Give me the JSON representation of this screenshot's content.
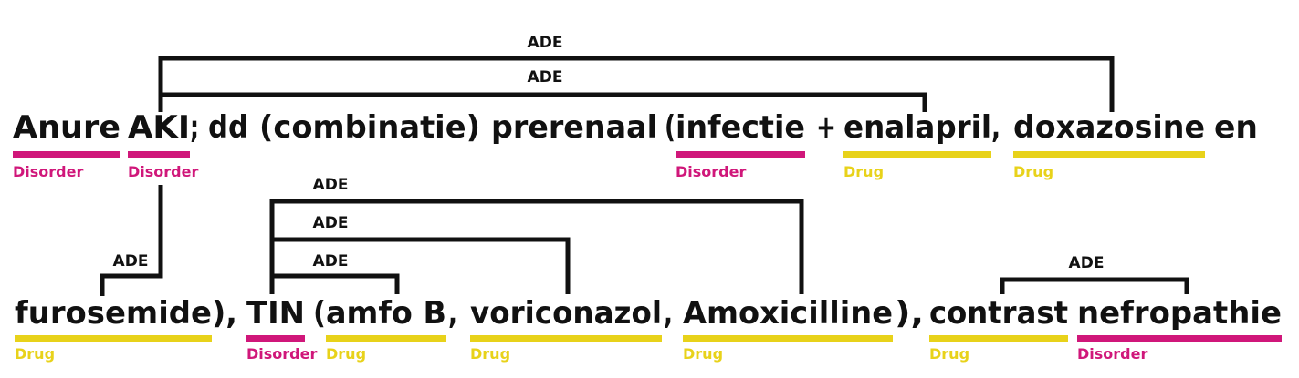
{
  "colors": {
    "Disorder": "#d0177a",
    "Drug": "#e8d21a",
    "arc": "#111111"
  },
  "tokens": [
    {
      "id": "anure",
      "text": "Anure",
      "label": "Disorder"
    },
    {
      "id": "aki",
      "text": "AKI",
      "label": "Disorder"
    },
    {
      "id": "semi",
      "text": ";",
      "label": ""
    },
    {
      "id": "dd",
      "text": "dd",
      "label": ""
    },
    {
      "id": "combinatie",
      "text": "(combinatie)",
      "label": ""
    },
    {
      "id": "prerenaal",
      "text": "prerenaal",
      "label": ""
    },
    {
      "id": "paren1",
      "text": "(",
      "label": ""
    },
    {
      "id": "infectie",
      "text": "infectie",
      "label": "Disorder"
    },
    {
      "id": "plus",
      "text": "+",
      "label": ""
    },
    {
      "id": "enalapril",
      "text": "enalapril",
      "label": "Drug"
    },
    {
      "id": "comma1",
      "text": ",",
      "label": ""
    },
    {
      "id": "doxazosine",
      "text": "doxazosine",
      "label": "Drug"
    },
    {
      "id": "en",
      "text": "en",
      "label": ""
    },
    {
      "id": "furosemide",
      "text": "furosemide",
      "label": "Drug"
    },
    {
      "id": "closeparen1",
      "text": "),",
      "label": ""
    },
    {
      "id": "tin",
      "text": "TIN",
      "label": "Disorder"
    },
    {
      "id": "paren2",
      "text": "(",
      "label": ""
    },
    {
      "id": "amfob",
      "text": "amfo B",
      "label": "Drug"
    },
    {
      "id": "comma2",
      "text": ",",
      "label": ""
    },
    {
      "id": "voriconazol",
      "text": "voriconazol",
      "label": "Drug"
    },
    {
      "id": "comma3",
      "text": ",",
      "label": ""
    },
    {
      "id": "amoxicilline",
      "text": "Amoxicilline",
      "label": "Drug"
    },
    {
      "id": "closeparen2",
      "text": "),",
      "label": ""
    },
    {
      "id": "contrast",
      "text": "contrast",
      "label": "Drug"
    },
    {
      "id": "nefropathie",
      "text": "nefropathie",
      "label": "Disorder"
    }
  ],
  "relations": [
    {
      "label": "ADE",
      "from": "aki",
      "to": "doxazosine"
    },
    {
      "label": "ADE",
      "from": "aki",
      "to": "enalapril"
    },
    {
      "label": "ADE",
      "from": "aki",
      "to": "furosemide"
    },
    {
      "label": "ADE",
      "from": "tin",
      "to": "amoxicilline"
    },
    {
      "label": "ADE",
      "from": "tin",
      "to": "voriconazol"
    },
    {
      "label": "ADE",
      "from": "tin",
      "to": "amfob"
    },
    {
      "label": "ADE",
      "from": "contrast",
      "to": "nefropathie"
    }
  ]
}
